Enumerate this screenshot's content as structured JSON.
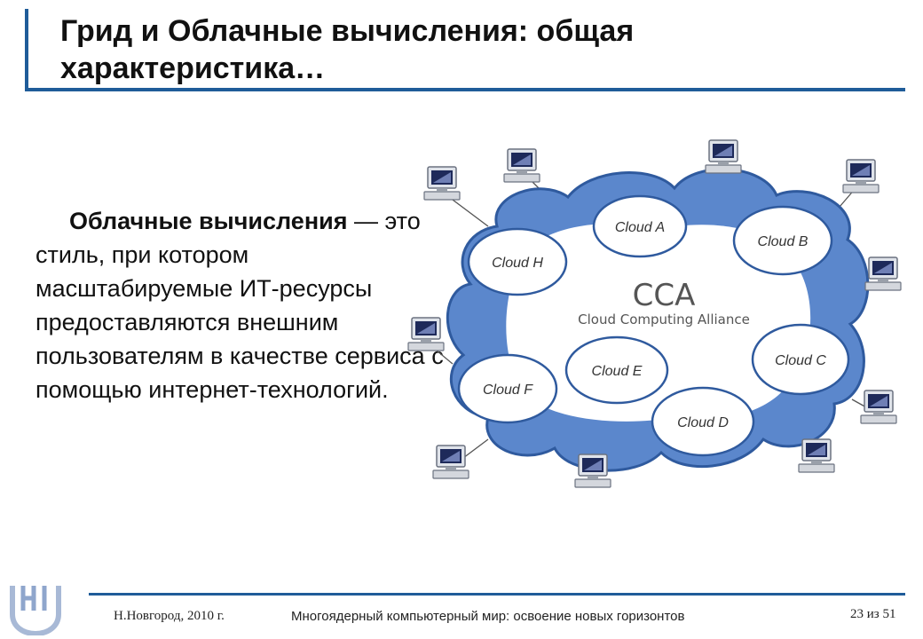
{
  "slide": {
    "title": "Грид и Облачные вычисления: общая характеристика…",
    "text_term": "Облачные вычисления",
    "text_rest": " — это стиль, при котором масштабируемые ИТ-ресурсы предоставляются внешним пользователям в качестве сервиса с помощью интернет-технологий."
  },
  "diagram": {
    "center_title": "CCA",
    "center_subtitle": "Cloud Computing Alliance",
    "clouds": [
      "Cloud A",
      "Cloud B",
      "Cloud C",
      "Cloud D",
      "Cloud E",
      "Cloud F",
      "Cloud H"
    ],
    "colors": {
      "cloud_fill": "#5b87cc",
      "cloud_stroke": "#2f5a9e",
      "node_fill": "#ffffff",
      "node_stroke": "#2f5a9e",
      "rule": "#1f5c99"
    }
  },
  "footer": {
    "left": "Н.Новгород, 2010 г.",
    "center": "Многоядерный компьютерный мир: освоение новых горизонтов",
    "right": "23 из 51"
  }
}
